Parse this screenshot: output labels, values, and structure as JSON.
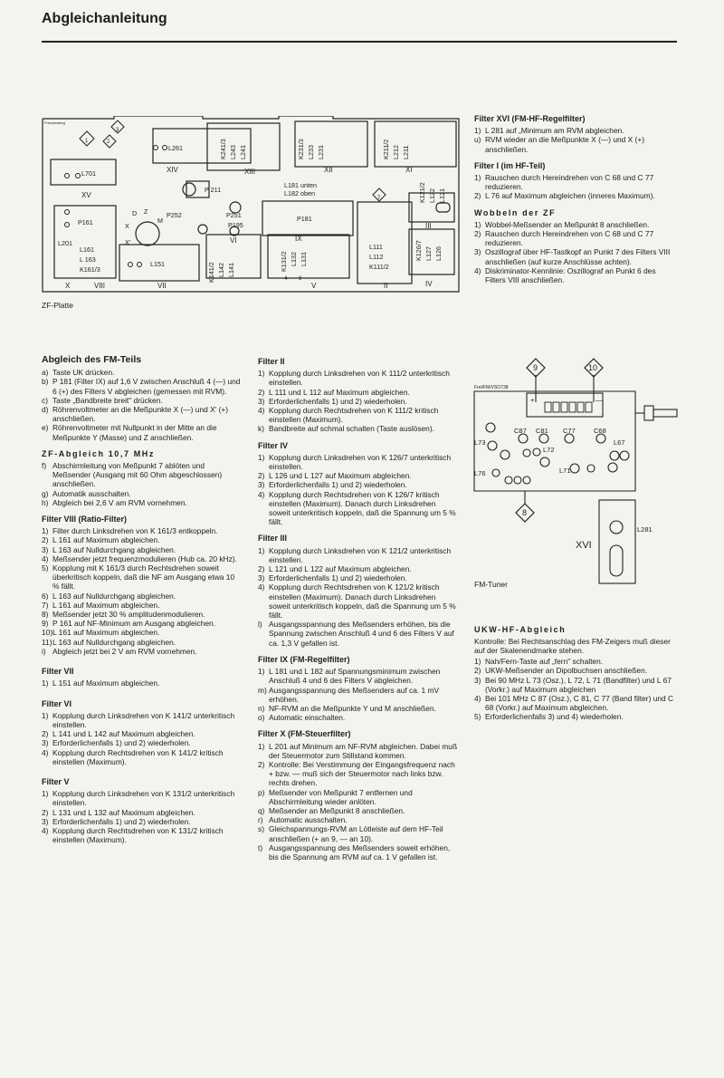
{
  "page": {
    "title": "Abgleichanleitung"
  },
  "zf_diagram": {
    "caption": "ZF-Platte",
    "labels": {
      "maker": "Freudenberg",
      "l261": "L261",
      "l701": "L701",
      "l201": "L201",
      "l151": "L151",
      "l161": "L161",
      "l163": "L 163",
      "k1613": "K161/3",
      "p161": "P161",
      "p211": "P 211",
      "p252": "P252",
      "p251": "P251",
      "p195": "P195",
      "p181": "P181",
      "l181": "L181 unten",
      "l182": "L182 oben",
      "l111": "L111",
      "l112": "L112",
      "k1112": "K111/2",
      "k2413": "K241/3",
      "l243": "L243",
      "l241": "L241",
      "k2313": "K231/3",
      "l233": "L233",
      "l231": "L231",
      "k2112": "K211/2",
      "l212": "L212",
      "l211": "L211",
      "k1212": "K121/2",
      "l122": "L122",
      "l121": "L121",
      "k1267": "K126/7",
      "l127": "L127",
      "l126": "L126",
      "k1412": "K141/2",
      "l142": "L142",
      "l141": "L141",
      "k1312": "K131/2",
      "l132": "L132",
      "l131": "L131",
      "pt4": "4",
      "pt6": "6",
      "d": "D",
      "z": "Z",
      "m": "M",
      "x": "X",
      "xp": "X'",
      "m1": "1",
      "m2": "2",
      "m3": "3",
      "m7": "7",
      "r_xiv": "XIV",
      "r_xiii": "XIII",
      "r_xii": "XII",
      "r_xi": "XI",
      "r_xv": "XV",
      "r_ix": "IX",
      "r_vi": "VI",
      "r_iii": "III",
      "r_x": "X",
      "r_viii": "VIII",
      "r_vii": "VII",
      "r_v": "V",
      "r_ii": "II",
      "r_iv": "IV"
    }
  },
  "col1": {
    "fm_heading": "Abgleich des FM-Teils",
    "fm_items": [
      {
        "k": "a)",
        "t": "Taste UK drücken."
      },
      {
        "k": "b)",
        "t": "P 181 (Filter IX) auf 1,6 V zwischen Anschluß 4 (—) und 6 (+) des Filters V abgleichen (gemessen mit RVM)."
      },
      {
        "k": "c)",
        "t": "Taste „Bandbreite breit\" drücken."
      },
      {
        "k": "d)",
        "t": "Röhrenvoltmeter an die Meßpunkte X (—) und X' (+) anschließen."
      },
      {
        "k": "e)",
        "t": "Röhrenvoltmeter mit Nullpunkt in der Mitte an die Meßpunkte Y (Masse) und Z anschließen."
      }
    ],
    "zf_heading": "ZF-Abgleich 10,7 MHz",
    "zf_items": [
      {
        "k": "f)",
        "t": "Abschirmleitung von Meßpunkt 7 ablöten und Meßsender (Ausgang mit 60 Ohm abgeschlossen) anschließen."
      },
      {
        "k": "g)",
        "t": "Automatik ausschalten."
      },
      {
        "k": "h)",
        "t": "Abgleich bei 2,6 V am RVM vornehmen."
      }
    ],
    "f8_heading": "Filter VIII (Ratio-Filter)",
    "f8_items": [
      {
        "k": "1)",
        "t": "Filter durch Linksdrehen von K 161/3 entkoppeln."
      },
      {
        "k": "2)",
        "t": "L 161 auf Maximum abgleichen."
      },
      {
        "k": "3)",
        "t": "L 163 auf Nulldurchgang abgleichen."
      },
      {
        "k": "4)",
        "t": "Meßsender jetzt frequenzmodulieren (Hub ca. 20 kHz)."
      },
      {
        "k": "5)",
        "t": "Kopplung mit K 161/3 durch Rechtsdrehen soweit überkritisch koppeln, daß die NF am Ausgang etwa 10 % fällt."
      },
      {
        "k": "6)",
        "t": "L 163 auf Nulldurchgang abgleichen."
      },
      {
        "k": "7)",
        "t": "L 161 auf Maximum abgleichen."
      },
      {
        "k": "8)",
        "t": "Meßsender jetzt 30 % amplitudenmodulieren."
      },
      {
        "k": "9)",
        "t": "P 161 auf NF-Minimum am Ausgang abgleichen."
      },
      {
        "k": "10)",
        "t": "L 161 auf Maximum abgleichen."
      },
      {
        "k": "11)",
        "t": "L 163 auf Nulldurchgang abgleichen."
      },
      {
        "k": "i)",
        "t": "Abgleich jetzt bei 2 V am RVM vornehmen."
      }
    ],
    "f7_heading": "Filter VII",
    "f7_items": [
      {
        "k": "1)",
        "t": "L 151 auf Maximum abgleichen."
      }
    ],
    "f6_heading": "Filter VI",
    "f6_items": [
      {
        "k": "1)",
        "t": "Kopplung durch Linksdrehen von K 141/2 unterkritisch einstellen."
      },
      {
        "k": "2)",
        "t": "L 141 und L 142 auf Maximum abgleichen."
      },
      {
        "k": "3)",
        "t": "Erforderlichenfalls 1) und 2) wiederholen."
      },
      {
        "k": "4)",
        "t": "Kopplung durch Rechtsdrehen von K 141/2 kritisch einstellen (Maximum)."
      }
    ],
    "f5_heading": "Filter V",
    "f5_items": [
      {
        "k": "1)",
        "t": "Kopplung durch Linksdrehen von K 131/2 unterkritisch einstellen."
      },
      {
        "k": "2)",
        "t": "L 131 und L 132 auf Maximum abgleichen."
      },
      {
        "k": "3)",
        "t": "Erforderlichenfalls 1) und 2) wiederholen."
      },
      {
        "k": "4)",
        "t": "Kopplung durch Rechtsdrehen von K 131/2 kritisch einstellen (Maximum)."
      }
    ]
  },
  "col2": {
    "f2_heading": "Filter II",
    "f2_items": [
      {
        "k": "1)",
        "t": "Kopplung durch Linksdrehen von K 111/2 unterkritisch einstellen."
      },
      {
        "k": "2)",
        "t": "L 111 und L 112 auf Maximum abgleichen."
      },
      {
        "k": "3)",
        "t": "Erforderlichenfalls 1) und 2) wiederholen."
      },
      {
        "k": "4)",
        "t": "Kopplung durch Rechtsdrehen von K 111/2 kritisch einstellen (Maximum)."
      },
      {
        "k": "k)",
        "t": "Bandbreite auf schmal schalten (Taste auslösen)."
      }
    ],
    "f4_heading": "Filter IV",
    "f4_items": [
      {
        "k": "1)",
        "t": "Kopplung durch Linksdrehen von K 126/7 unterkritisch einstellen."
      },
      {
        "k": "2)",
        "t": "L 126 und L 127 auf Maximum abgleichen."
      },
      {
        "k": "3)",
        "t": "Erforderlichenfalls 1) und 2) wiederholen."
      },
      {
        "k": "4)",
        "t": "Kopplung durch Rechtsdrehen von K 126/7 kritisch einstellen (Maximum). Danach durch Linksdrehen soweit unterkritisch koppeln, daß die Spannung um 5 % fällt."
      }
    ],
    "f3_heading": "Filter III",
    "f3_items": [
      {
        "k": "1)",
        "t": "Kopplung durch Linksdrehen von K 121/2 unterkritisch einstellen."
      },
      {
        "k": "2)",
        "t": "L 121 und L 122 auf Maximum abgleichen."
      },
      {
        "k": "3)",
        "t": "Erforderlichenfalls 1) und 2) wiederholen."
      },
      {
        "k": "4)",
        "t": "Kopplung durch Rechtsdrehen von K 121/2 kritisch einstellen (Maximum). Danach durch Linksdrehen soweit unterkritisch koppeln, daß die Spannung um 5 % fällt."
      },
      {
        "k": "l)",
        "t": "Ausgangsspannung des Meßsenders erhöhen, bis die Spannung zwischen Anschluß 4 und 6 des Filters V auf ca. 1,3 V gefallen ist."
      }
    ],
    "f9_heading": "Filter IX (FM-Regelfilter)",
    "f9_items": [
      {
        "k": "1)",
        "t": "L 181 und L 182 auf Spannungsminimum zwischen Anschluß 4 und 6 des Filters V abgleichen."
      },
      {
        "k": "m)",
        "t": "Ausgangsspannung des Meßsenders auf ca. 1 mV erhöhen."
      },
      {
        "k": "n)",
        "t": "NF-RVM an die Meßpunkte Y und M anschließen."
      },
      {
        "k": "o)",
        "t": "Automatic einschalten."
      }
    ],
    "f10_heading": "Filter X (FM-Steuerfilter)",
    "f10_items": [
      {
        "k": "1)",
        "t": "L 201 auf Minimum am NF-RVM abgleichen. Dabei muß der Steuermotor zum Stillstand kommen."
      },
      {
        "k": "2)",
        "t": "Kontrolle: Bei Verstimmung der Eingangsfrequenz nach + bzw. — muß sich der Steuermotor nach links bzw. rechts drehen."
      },
      {
        "k": "p)",
        "t": "Meßsender von Meßpunkt 7 entfernen und Abschirmleitung wieder anlöten."
      },
      {
        "k": "q)",
        "t": "Meßsender an Meßpunkt 8 anschließen."
      },
      {
        "k": "r)",
        "t": "Automatic ausschalten."
      },
      {
        "k": "s)",
        "t": "Gleichspannungs-RVM an Lötleiste auf dem HF-Teil anschließen (+ an 9, — an 10)."
      },
      {
        "k": "t)",
        "t": "Ausgangsspannung des Meßsenders soweit erhöhen, bis die Spannung am RVM auf ca. 1 V gefallen ist."
      }
    ]
  },
  "col3": {
    "f16_heading": "Filter XVI (FM-HF-Regelfilter)",
    "f16_items": [
      {
        "k": "1)",
        "t": "L 281 auf „Minimum am RVM abgleichen."
      },
      {
        "k": "u)",
        "t": "RVM wieder an die Meßpunkte X (—) und X (+) anschließen."
      }
    ],
    "f1_heading": "Filter I (im HF-Teil)",
    "f1_items": [
      {
        "k": "1)",
        "t": "Rauschen durch Hereindrehen von C 68 und C 77 reduzieren."
      },
      {
        "k": "2)",
        "t": "L 76 auf Maximum abgleichen (inneres Maximum)."
      }
    ],
    "wob_heading": "Wobbeln der ZF",
    "wob_items": [
      {
        "k": "1)",
        "t": "Wobbel-Meßsender an Meßpunkt 8 anschließen."
      },
      {
        "k": "2)",
        "t": "Rauschen durch Hereindrehen von C 68 und C 77 reduzieren."
      },
      {
        "k": "3)",
        "t": "Oszillograf über HF-Tastkopf an Punkt 7 des Filters VIII anschließen (auf kurze Anschlüsse achten)."
      },
      {
        "k": "4)",
        "t": "Diskriminator-Kennlinie: Oszillograf an Punkt 6 des Filters VIII anschließen."
      }
    ],
    "ukw_heading": "UKW-HF-Abgleich",
    "ukw_intro": "Kontrolle: Bei Rechtsanschlag des FM-Zeigers muß dieser auf der Skalenendmarke stehen.",
    "ukw_items": [
      {
        "k": "1)",
        "t": "Nah/Fern-Taste auf „fern\" schalten."
      },
      {
        "k": "2)",
        "t": "UKW-Meßsender an Dipolbuchsen anschließen."
      },
      {
        "k": "3)",
        "t": "Bei 90 MHz L 73 (Osz.), L 72, L 71 (Bandfilter) und L 67 (Vorkr.) auf Maximum abgleichen"
      },
      {
        "k": "4)",
        "t": "Bei 101 MHz C 87 (Osz.), C 81, C 77 (Band filter) und C 68 (Vorkr.) auf Maximum abgleichen."
      },
      {
        "k": "5)",
        "t": "Erforderlichenfalls 3) und 4) wiederholen."
      }
    ]
  },
  "tuner": {
    "caption": "FM-Tuner",
    "labels": {
      "maker": "Frei/FM/VSO738",
      "p9": "9",
      "p10": "10",
      "p8": "8",
      "plus": "+",
      "minus": "—",
      "c87": "C87",
      "c81": "C81",
      "c77": "C77",
      "c68": "C68",
      "l73": "L73",
      "l72": "L72",
      "l71": "L71",
      "l67": "L67",
      "l76": "L76",
      "xvi": "XVI",
      "l281": "L281"
    }
  }
}
